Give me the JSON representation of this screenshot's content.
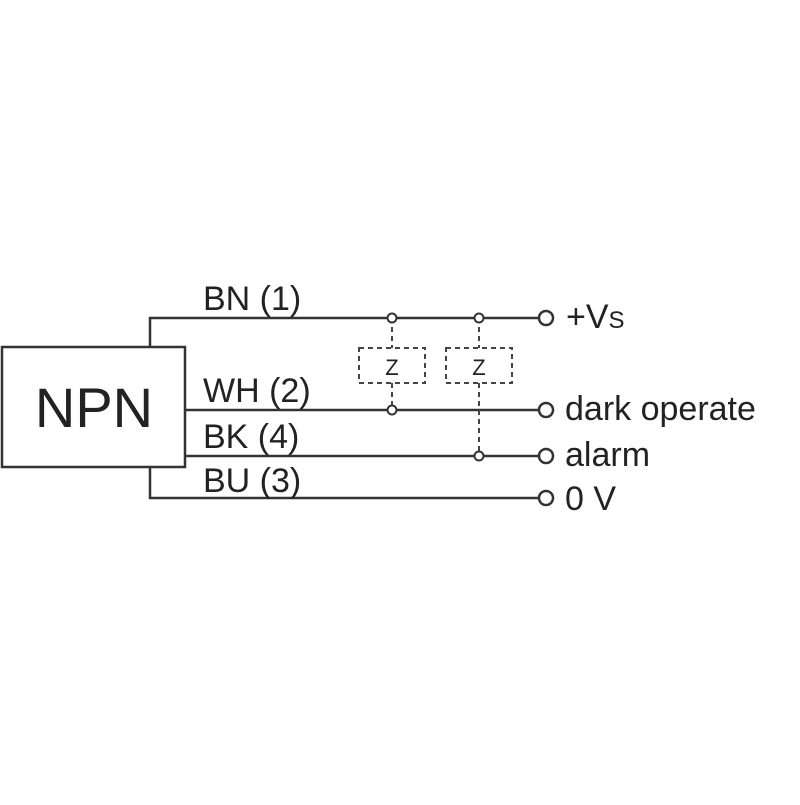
{
  "sensor": {
    "label": "NPN"
  },
  "wires": [
    {
      "id": "bn",
      "label": "BN (1)"
    },
    {
      "id": "wh",
      "label": "WH (2)"
    },
    {
      "id": "bk",
      "label": "BK (4)"
    },
    {
      "id": "bu",
      "label": "BU (3)"
    }
  ],
  "terminals": {
    "vs_main": "+V",
    "vs_sub": "S",
    "dark_operate": "dark operate",
    "alarm": "alarm",
    "zero_v": "0 V"
  },
  "loads": [
    {
      "label": "Z"
    },
    {
      "label": "Z"
    }
  ],
  "colors": {
    "line": "#333333",
    "text": "#222222",
    "background": "#ffffff"
  }
}
